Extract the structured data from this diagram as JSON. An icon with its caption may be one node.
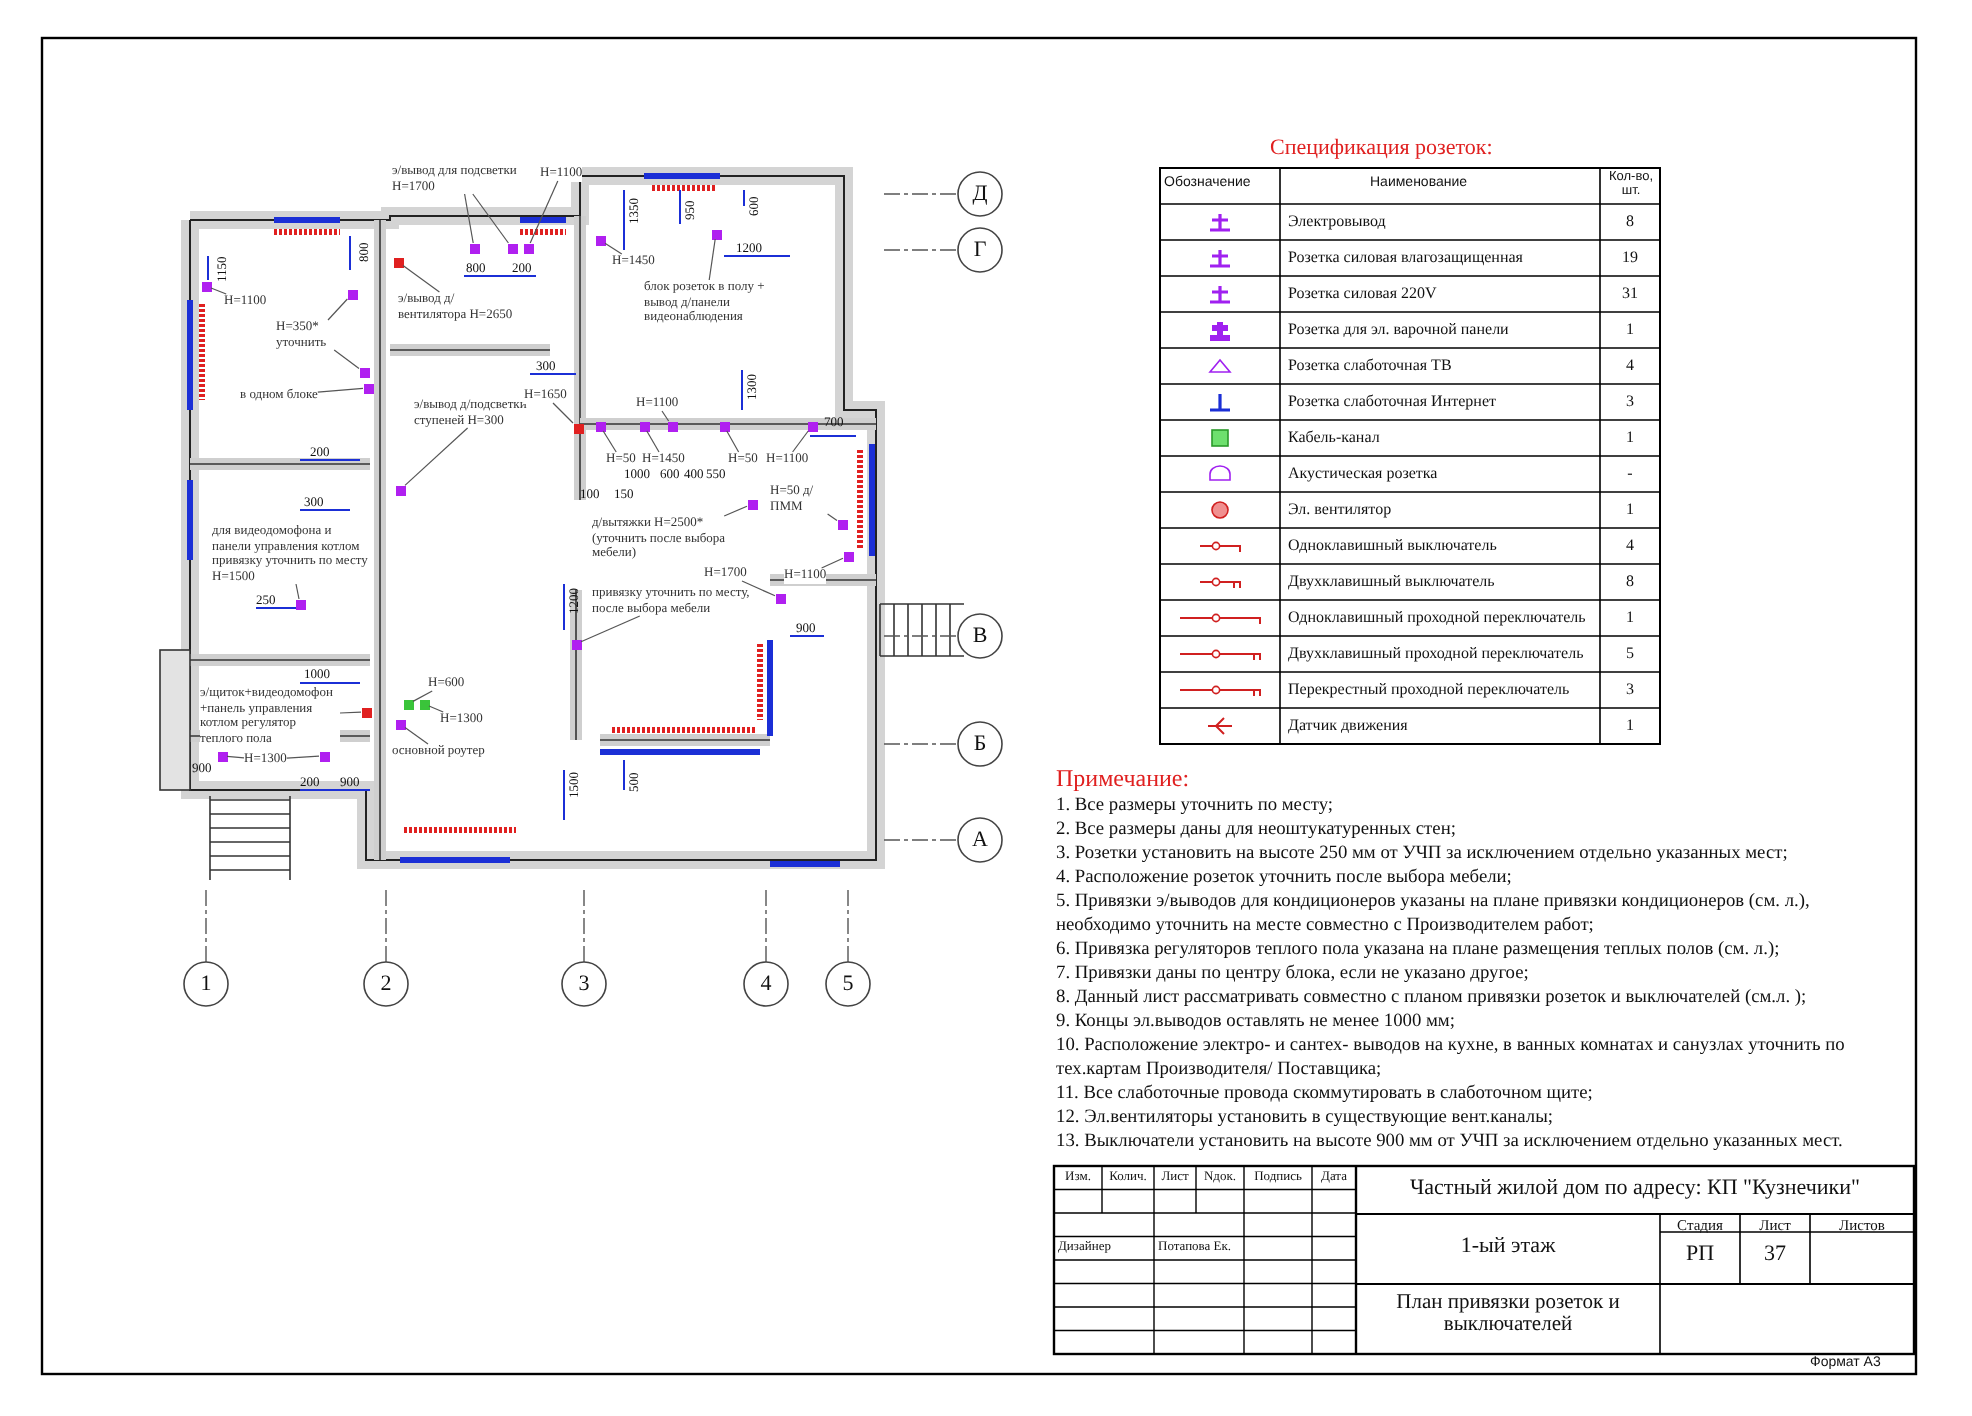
{
  "diagram": {
    "nodes": [
      {
        "text": [
          "э/вывод для подсветки Н=1700"
        ]
      },
      {
        "text": [
          "Н=1100"
        ]
      },
      {
        "text": [
          "Н=1100"
        ]
      },
      {
        "text": [
          "Н=350* уточнить"
        ]
      },
      {
        "text": [
          "в одном блоке"
        ]
      },
      {
        "text": [
          "э/вывод д/вентилятора Н=2650"
        ]
      },
      {
        "text": [
          "э/вывод д/подсветки ступеней Н=300"
        ]
      },
      {
        "text": [
          "Н=1650"
        ]
      },
      {
        "text": [
          "для видеодомофона и панели управления котлом привязку уточнить по месту Н=1500"
        ]
      },
      {
        "text": [
          "э/щиток+видеодомофон +панель управления котлом регулятор теплого пола"
        ]
      },
      {
        "text": [
          "Н=1300"
        ]
      },
      {
        "text": [
          "Н=600"
        ]
      },
      {
        "text": [
          "Н=1300"
        ]
      },
      {
        "text": [
          "основной роутер"
        ]
      },
      {
        "text": [
          "Н=1450"
        ]
      },
      {
        "text": [
          "блок розеток в полу + вывод д/панели видеонаблюдения"
        ]
      },
      {
        "text": [
          "Н=1100"
        ]
      },
      {
        "text": [
          "Н=50"
        ]
      },
      {
        "text": [
          "Н=1450"
        ]
      },
      {
        "text": [
          "Н=50"
        ]
      },
      {
        "text": [
          "Н=1100"
        ]
      },
      {
        "text": [
          "д/вытяжки Н=2500*(уточнить после выбора мебели)"
        ]
      },
      {
        "text": [
          "Н=50 д/ПММ"
        ]
      },
      {
        "text": [
          "Н=1700"
        ]
      },
      {
        "text": [
          "Н=1100"
        ]
      },
      {
        "text": [
          "привязку уточнить по месту, после выбора мебели"
        ]
      },
      {
        "text": [],
        "shape": "box"
      },
      {
        "text": [],
        "shape": "box"
      },
      {
        "text": [],
        "shape": "box"
      },
      {
        "text": [],
        "shape": "box"
      },
      {
        "text": [],
        "shape": "box"
      },
      {
        "text": [],
        "shape": "box"
      },
      {
        "text": [],
        "shape": "box"
      },
      {
        "text": [],
        "shape": "box"
      },
      {
        "text": [],
        "shape": "box"
      },
      {
        "text": [],
        "shape": "box"
      },
      {
        "text": [],
        "shape": "box"
      },
      {
        "text": [],
        "shape": "box"
      },
      {
        "text": [],
        "shape": "box"
      },
      {
        "text": [],
        "shape": "box"
      },
      {
        "text": [],
        "shape": "box"
      },
      {
        "text": [],
        "shape": "box"
      },
      {
        "text": [],
        "shape": "box"
      },
      {
        "text": [],
        "shape": "box"
      },
      {
        "text": [],
        "shape": "box"
      },
      {
        "text": [],
        "shape": "box"
      },
      {
        "text": [],
        "shape": "box"
      },
      {
        "text": [],
        "shape": "box"
      },
      {
        "text": [],
        "shape": "box"
      },
      {
        "text": [],
        "shape": "box"
      },
      {
        "text": [],
        "shape": "box"
      },
      {
        "text": [],
        "shape": "box"
      },
      {
        "text": [],
        "shape": "box"
      },
      {
        "text": [],
        "shape": "box"
      },
      {
        "text": [],
        "shape": "box"
      }
    ],
    "edges": [
      {
        "from": 0,
        "to": 26,
        "arrow": "none"
      },
      {
        "from": 0,
        "to": 27,
        "arrow": "none"
      },
      {
        "from": 1,
        "to": 28,
        "arrow": "none"
      },
      {
        "from": 2,
        "to": 29,
        "arrow": "none"
      },
      {
        "from": 3,
        "to": 30,
        "arrow": "none"
      },
      {
        "from": 3,
        "to": 31,
        "arrow": "none"
      },
      {
        "from": 4,
        "to": 32,
        "arrow": "none"
      },
      {
        "from": 5,
        "to": 33,
        "arrow": "none"
      },
      {
        "from": 6,
        "to": 34,
        "arrow": "none"
      },
      {
        "from": 7,
        "to": 35,
        "arrow": "none"
      },
      {
        "from": 8,
        "to": 36,
        "arrow": "none"
      },
      {
        "from": 9,
        "to": 37,
        "arrow": "none"
      },
      {
        "from": 10,
        "to": 38,
        "arrow": "none"
      },
      {
        "from": 10,
        "to": 39,
        "arrow": "none"
      },
      {
        "from": 11,
        "to": 40,
        "arrow": "none"
      },
      {
        "from": 12,
        "to": 41,
        "arrow": "none"
      },
      {
        "from": 13,
        "to": 42,
        "arrow": "none"
      },
      {
        "from": 14,
        "to": 43,
        "arrow": "none"
      },
      {
        "from": 15,
        "to": 44,
        "arrow": "none"
      },
      {
        "from": 16,
        "to": 45,
        "arrow": "none"
      },
      {
        "from": 17,
        "to": 46,
        "arrow": "none"
      },
      {
        "from": 18,
        "to": 47,
        "arrow": "none"
      },
      {
        "from": 19,
        "to": 48,
        "arrow": "none"
      },
      {
        "from": 20,
        "to": 49,
        "arrow": "none"
      },
      {
        "from": 21,
        "to": 50,
        "arrow": "none"
      },
      {
        "from": 22,
        "to": 51,
        "arrow": "none"
      },
      {
        "from": 23,
        "to": 52,
        "arrow": "none"
      },
      {
        "from": 24,
        "to": 53,
        "arrow": "none"
      },
      {
        "from": 25,
        "to": 54,
        "arrow": "none"
      }
    ],
    "labels": [
      "Спецификация розеток:",
      "Обозначение",
      "Наименование",
      "Кол-во, шт.",
      "Электровывод",
      "8",
      "Розетка силовая влагозащищенная",
      "19",
      "Розетка силовая 220V",
      "31",
      "Розетка для эл. варочной панели",
      "1",
      "Розетка слаботочная ТВ",
      "4",
      "Розетка слаботочная Интернет",
      "3",
      "Кабель-канал",
      "1",
      "Акустическая розетка",
      "-",
      "Эл. вентилятор",
      "1",
      "Одноклавишный выключатель",
      "4",
      "Двухклавишный выключатель",
      "8",
      "Одноклавишный проходной переключатель",
      "1",
      "Двухклавишный проходной переключатель",
      "5",
      "Перекрестный проходной переключатель",
      "3",
      "Датчик движения",
      "1",
      "Примечание:",
      "1. Все размеры уточнить по месту;",
      "2. Все размеры даны для неоштукатуренных стен;",
      "3. Розетки установить на высоте 250 мм от УЧП за исключением отдельно указанных мест;",
      "4. Расположение розеток уточнить после выбора мебели;",
      "5. Привязки э/выводов для кондиционеров указаны на плане привязки кондиционеров (см. л.), необходимо уточнить на месте совместно с Производителем работ;",
      "6. Привязка регуляторов теплого пола указана на плане размещения теплых полов (см. л.);",
      "7. Привязки даны по центру блока, если не указано другое;",
      "8. Данный лист рассматривать совместно с планом привязки розеток и выключателей (см.л. );",
      "9. Концы эл.выводов оставлять не менее 1000 мм;",
      "10. Расположение электро- и сантех- выводов на кухне, в ванных комнатах и санузлах уточнить по тех.картам Производителя/ Поставщика;",
      "11. Все слаботочные провода скоммутировать в слаботочном щите;",
      "12. Эл.вентиляторы установить в существующие вент.каналы;",
      "13. Выключатели установить на высоте 900 мм от УЧП за исключением отдельно указанных мест.",
      "Изм.",
      "Колич.",
      "Лист",
      "Nдок.",
      "Подпись",
      "Дата",
      "Дизайнер",
      "Потапова Ек.",
      "Частный жилой дом по адресу: КП \"Кузнечики\"",
      "1-ый этаж",
      "Стадия",
      "Лист",
      "Листов",
      "РП",
      "37",
      "План привязки розеток и выключателей",
      "Формат А3",
      "Д",
      "Г",
      "В",
      "Б",
      "А",
      "1",
      "2",
      "3",
      "4",
      "5",
      "1150",
      "800",
      "800",
      "200",
      "300",
      "200",
      "300",
      "250",
      "1000",
      "900",
      "200",
      "900",
      "1200",
      "1500",
      "1350",
      "950",
      "600",
      "1200",
      "1300",
      "1000",
      "600",
      "400",
      "550",
      "100",
      "150",
      "700",
      "900",
      "500"
    ]
  }
}
